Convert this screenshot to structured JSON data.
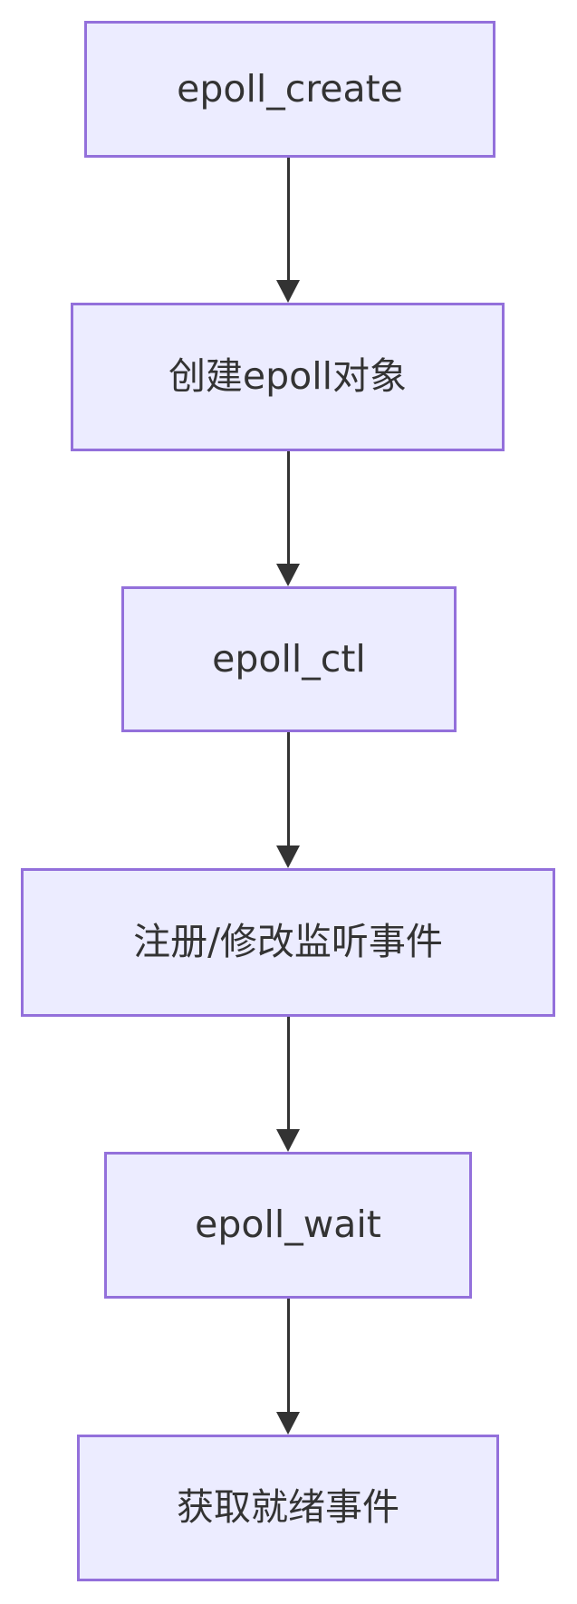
{
  "diagram": {
    "type": "flowchart",
    "direction": "top-down",
    "colors": {
      "node_fill": "#ECECFF",
      "node_border": "#9370DB",
      "arrow": "#333333",
      "text": "#333333",
      "background": "#FFFFFF"
    },
    "nodes": [
      {
        "id": "A",
        "label": "epoll_create"
      },
      {
        "id": "B",
        "label": "创建epoll对象"
      },
      {
        "id": "C",
        "label": "epoll_ctl"
      },
      {
        "id": "D",
        "label": "注册/修改监听事件"
      },
      {
        "id": "E",
        "label": "epoll_wait"
      },
      {
        "id": "F",
        "label": "获取就绪事件"
      }
    ],
    "edges": [
      {
        "from": "A",
        "to": "B"
      },
      {
        "from": "B",
        "to": "C"
      },
      {
        "from": "C",
        "to": "D"
      },
      {
        "from": "D",
        "to": "E"
      },
      {
        "from": "E",
        "to": "F"
      }
    ]
  }
}
